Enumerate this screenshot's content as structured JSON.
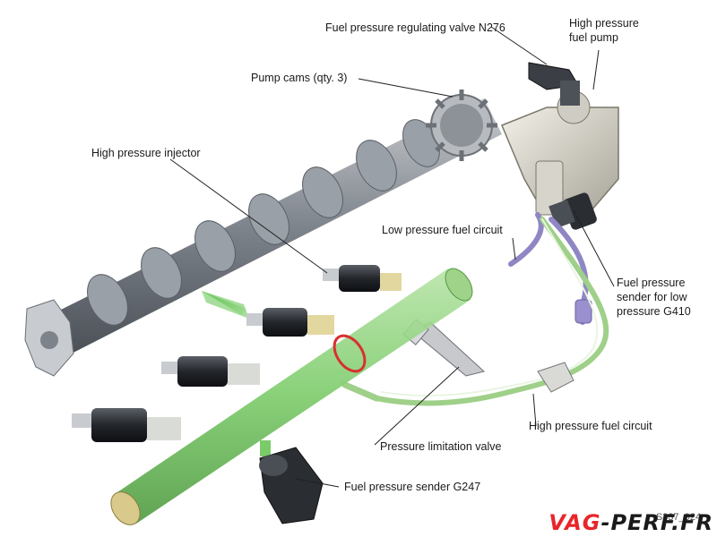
{
  "labels": {
    "regulating_valve": "Fuel pressure regulating valve N276",
    "hp_pump_line1": "High pressure",
    "hp_pump_line2": "fuel pump",
    "pump_cams": "Pump cams (qty. 3)",
    "hp_injector": "High pressure injector",
    "lp_circuit": "Low pressure fuel circuit",
    "sender_low_line1": "Fuel pressure",
    "sender_low_line2": "sender for low",
    "sender_low_line3": "pressure G410",
    "hp_circuit": "High pressure fuel circuit",
    "limitation_valve": "Pressure limitation valve",
    "sender_g247": "Fuel pressure sender G247"
  },
  "figure_id": "S337_024",
  "watermark": {
    "part1": "VAG",
    "part2": "-PERF.FR",
    "color1": "#e8262a",
    "color2": "#1a1a1a"
  },
  "colors": {
    "rail_green": "#7ccb6a",
    "spray_green": "#5fc24c",
    "camshaft_grey": "#8a8f96",
    "lp_line_purple": "#8f86c4",
    "hp_line_green": "#9fd089",
    "seal_red": "#d83030",
    "leader_line": "#222222"
  }
}
